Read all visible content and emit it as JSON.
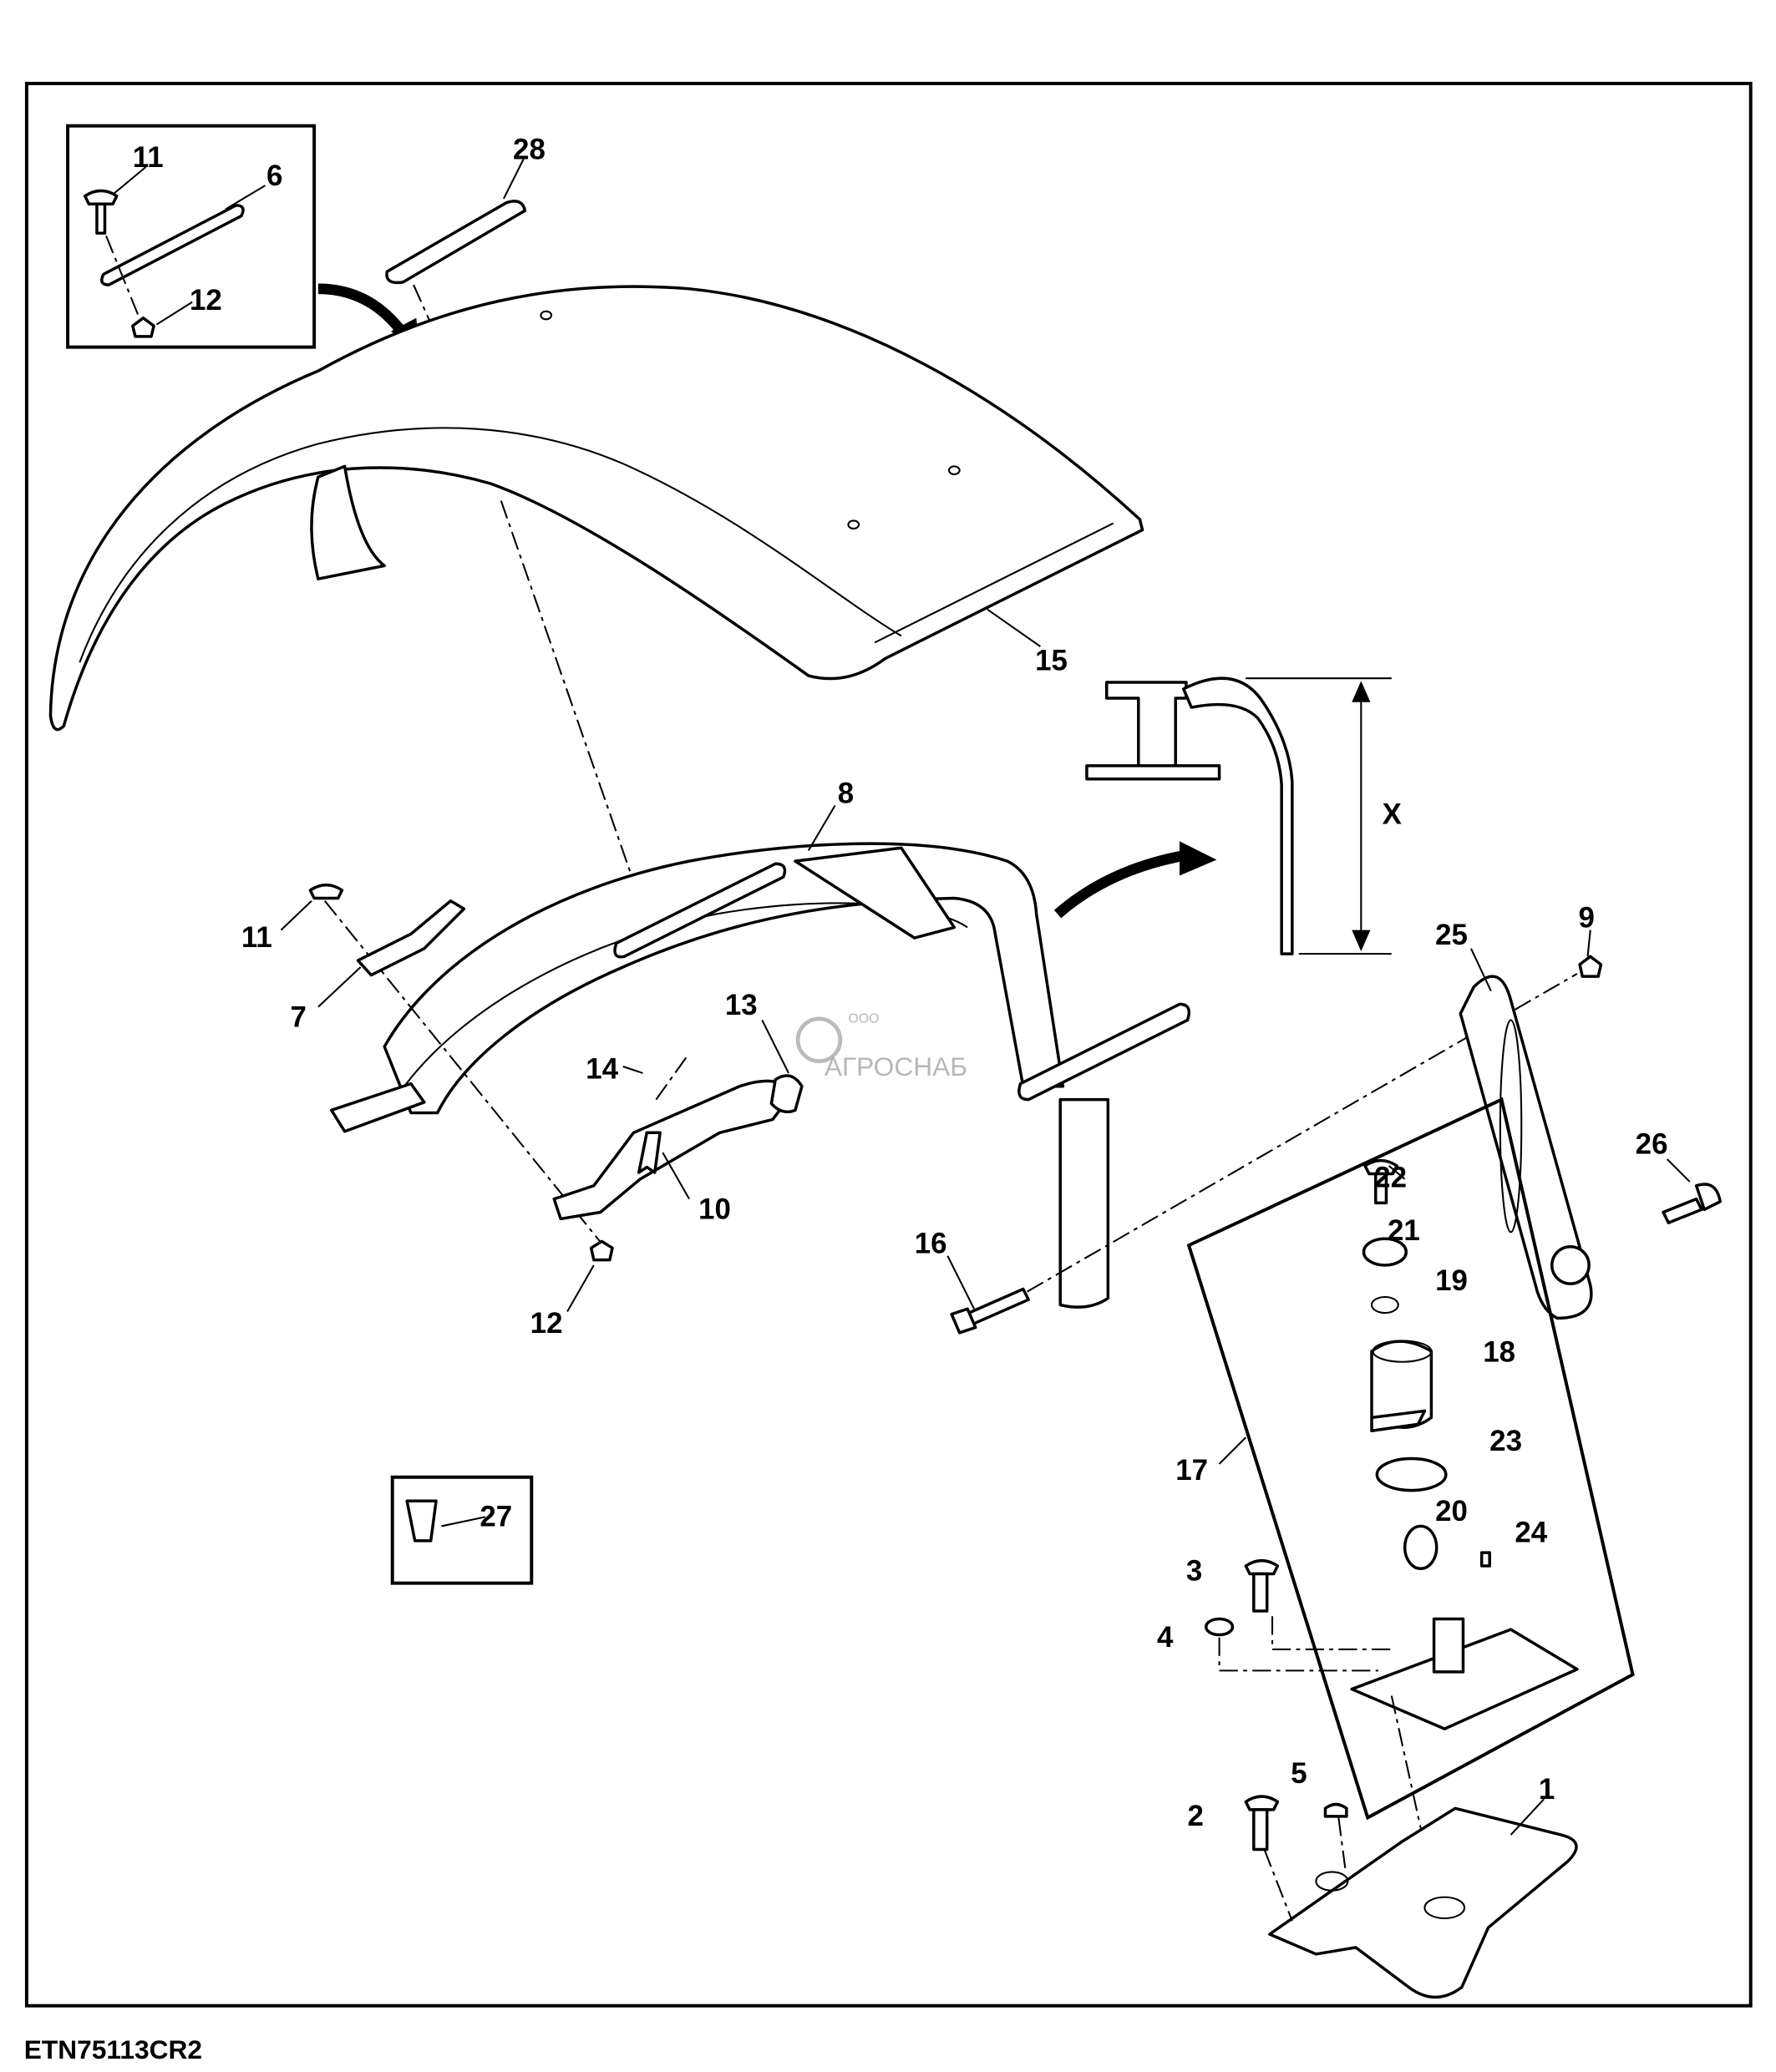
{
  "diagram": {
    "figure_id": "ETN75113CR2",
    "dimension_label": "X",
    "watermark": {
      "prefix": "ООО",
      "name": "АГРОСНАБ"
    },
    "callouts": {
      "c11a": "11",
      "c6": "6",
      "c12a": "12",
      "c28": "28",
      "c15": "15",
      "c8": "8",
      "c11b": "11",
      "c7": "7",
      "c13": "13",
      "c14": "14",
      "c10": "10",
      "c12b": "12",
      "c16": "16",
      "c9": "9",
      "c25": "25",
      "c26": "26",
      "c22": "22",
      "c21": "21",
      "c19": "19",
      "c18": "18",
      "c23": "23",
      "c17": "17",
      "c20": "20",
      "c24": "24",
      "c3": "3",
      "c4": "4",
      "c2": "2",
      "c5": "5",
      "c1": "1",
      "c27": "27"
    }
  }
}
